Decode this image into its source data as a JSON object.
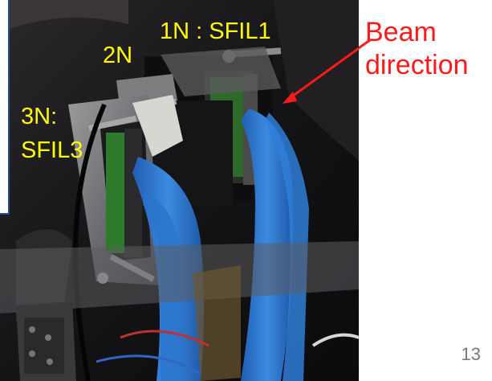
{
  "photo": {
    "labels": {
      "n1": "1N : SFIL1",
      "n2": "2N",
      "n3_line1": "3N:",
      "n3_line2": "SFIL3"
    },
    "label_color": "#ffff00"
  },
  "annotation": {
    "line1": "Beam",
    "line2": "direction",
    "color": "#ff1a1a"
  },
  "slide": {
    "page_number": "13"
  }
}
